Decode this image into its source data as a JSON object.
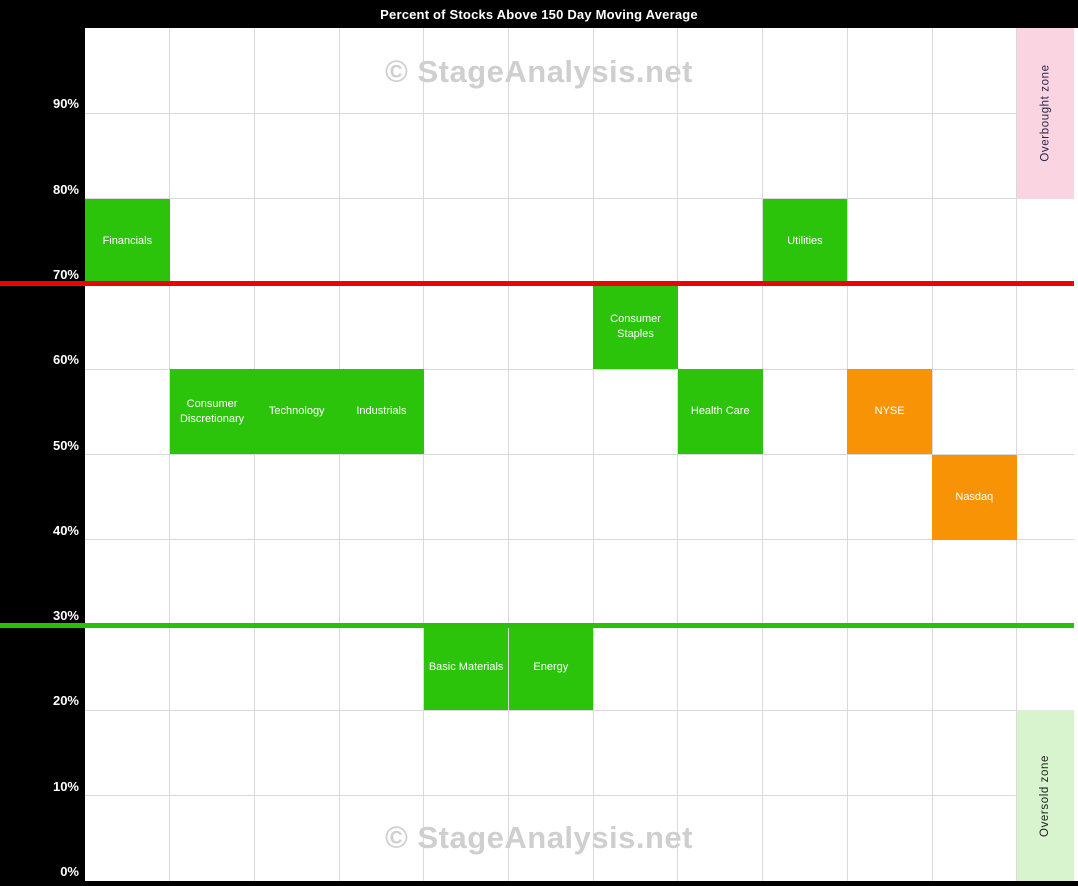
{
  "chart_data": {
    "type": "bar",
    "title": "Percent of Stocks Above 150 Day Moving Average",
    "watermark": "© StageAnalysis.net",
    "ylim": [
      0,
      100
    ],
    "grid": true,
    "yticks": [
      {
        "value": 90,
        "label": "90%"
      },
      {
        "value": 80,
        "label": "80%"
      },
      {
        "value": 70,
        "label": "70%"
      },
      {
        "value": 60,
        "label": "60%"
      },
      {
        "value": 50,
        "label": "50%"
      },
      {
        "value": 40,
        "label": "40%"
      },
      {
        "value": 30,
        "label": "30%"
      },
      {
        "value": 20,
        "label": "20%"
      },
      {
        "value": 10,
        "label": "10%"
      },
      {
        "value": 0,
        "label": "0%"
      }
    ],
    "columns": 11,
    "sectors": [
      {
        "label": "Financials",
        "column": 1,
        "band_low": 70,
        "band_high": 80,
        "color_key": "green"
      },
      {
        "label": "Consumer Discretionary",
        "column": 2,
        "band_low": 50,
        "band_high": 60,
        "color_key": "green"
      },
      {
        "label": "Technology",
        "column": 3,
        "band_low": 50,
        "band_high": 60,
        "color_key": "green"
      },
      {
        "label": "Industrials",
        "column": 4,
        "band_low": 50,
        "band_high": 60,
        "color_key": "green"
      },
      {
        "label": "Basic Materials",
        "column": 5,
        "band_low": 20,
        "band_high": 30,
        "color_key": "green"
      },
      {
        "label": "Energy",
        "column": 6,
        "band_low": 20,
        "band_high": 30,
        "color_key": "green"
      },
      {
        "label": "Consumer Staples",
        "column": 7,
        "band_low": 60,
        "band_high": 70,
        "color_key": "green"
      },
      {
        "label": "Health Care",
        "column": 8,
        "band_low": 50,
        "band_high": 60,
        "color_key": "green"
      },
      {
        "label": "Utilities",
        "column": 9,
        "band_low": 70,
        "band_high": 80,
        "color_key": "green"
      },
      {
        "label": "NYSE",
        "column": 10,
        "band_low": 50,
        "band_high": 60,
        "color_key": "orange"
      },
      {
        "label": "Nasdaq",
        "column": 11,
        "band_low": 40,
        "band_high": 50,
        "color_key": "orange"
      }
    ],
    "threshold_lines": [
      {
        "name": "overbought-threshold-line",
        "value": 70,
        "color": "#e80505"
      },
      {
        "name": "oversold-threshold-line",
        "value": 30,
        "color": "#2cbf07"
      }
    ],
    "zones": [
      {
        "name": "overbought-zone",
        "label": "Overbought zone",
        "from": 80,
        "to": 100,
        "bg": "#fbd4e2",
        "text_color": "#26264a"
      },
      {
        "name": "oversold-zone",
        "label": "Oversold zone",
        "from": 0,
        "to": 20,
        "bg": "#d8f4cf",
        "text_color": "#1d1d1d"
      }
    ],
    "colors": {
      "green": "#2cc30b",
      "orange": "#f99306",
      "grid": "#d9d9d9",
      "plot_bg": "#ffffff",
      "frame_bg": "#000000",
      "watermark": "#cfcfcf",
      "box_text": "#ffffff",
      "tick_text": "#ffffff",
      "title_text": "#ffffff"
    },
    "legend_position": "none"
  }
}
